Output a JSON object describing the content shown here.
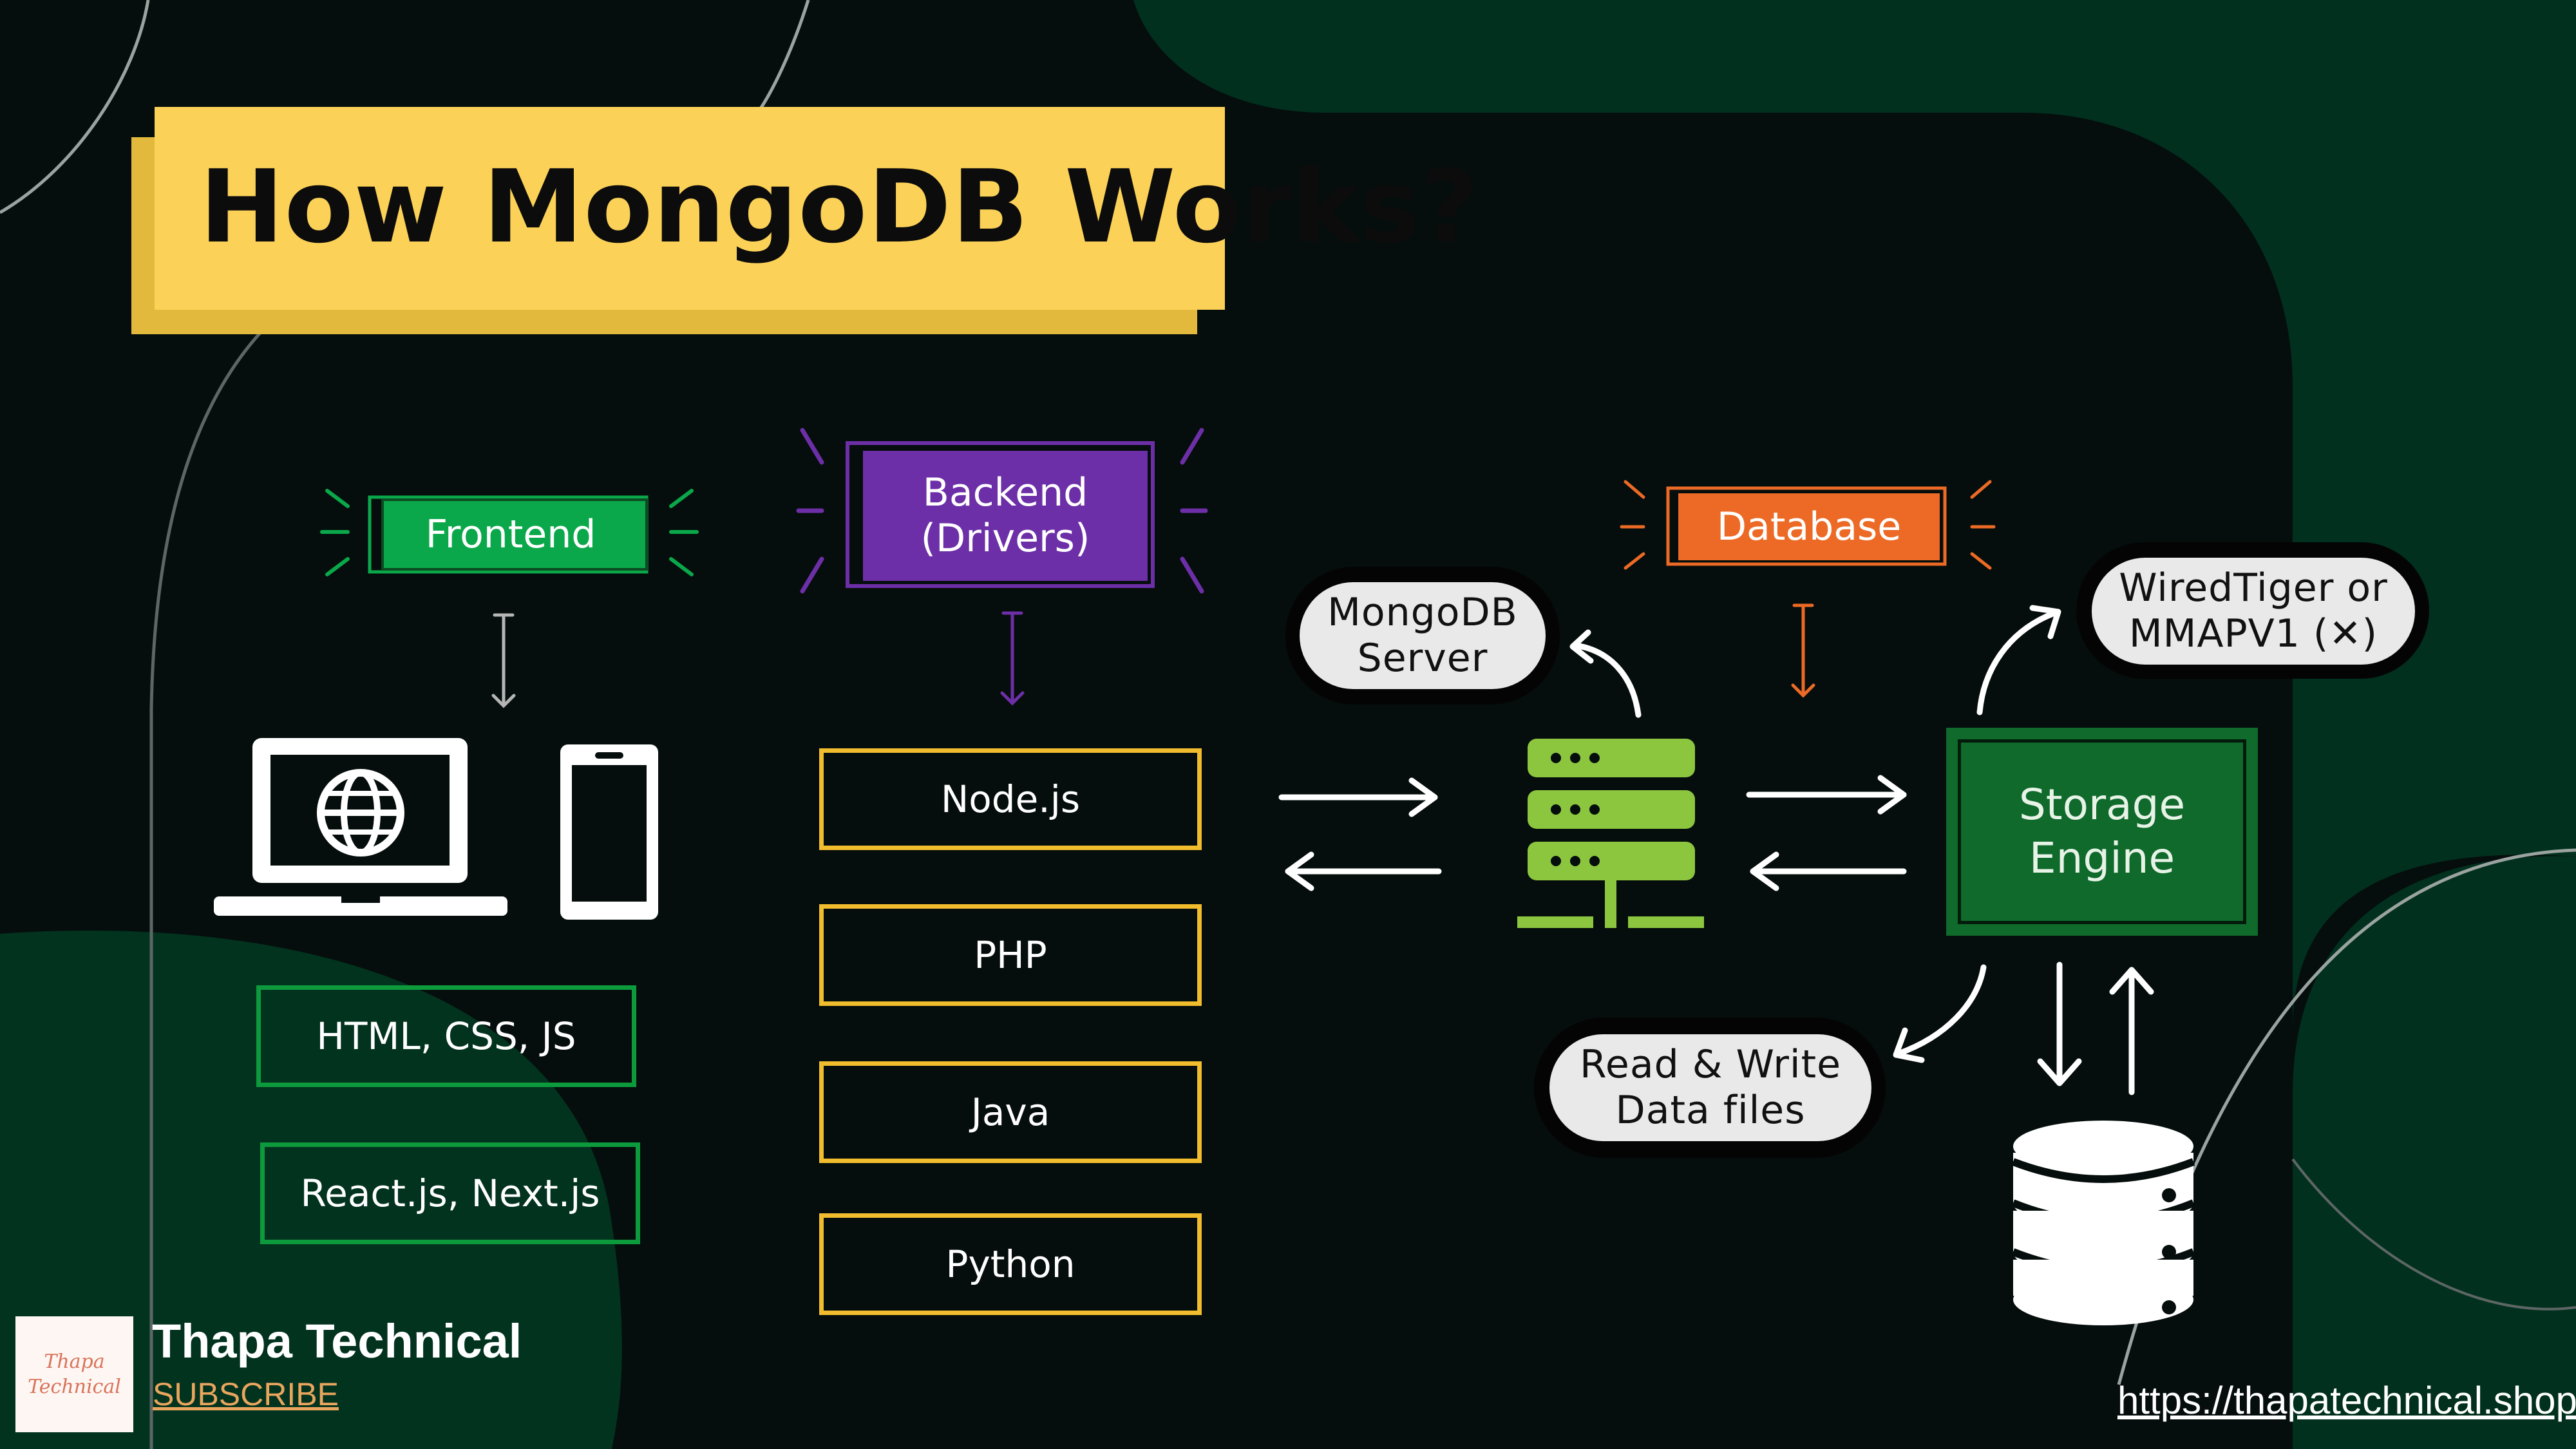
{
  "title": "How MongoDB Works?",
  "categories": {
    "frontend": "Frontend",
    "backend_line1": "Backend",
    "backend_line2": "(Drivers)",
    "database": "Database"
  },
  "frontend_tech": [
    "HTML, CSS, JS",
    "React.js, Next.js"
  ],
  "backend_tech": [
    "Node.js",
    "PHP",
    "Java",
    "Python"
  ],
  "pills": {
    "server_line1": "MongoDB",
    "server_line2": "Server",
    "engine_line1": "WiredTiger or",
    "engine_line2": "MMAPV1 (",
    "engine_line2_mark": "✕",
    "engine_line2_end": ")",
    "files_line1": "Read & Write",
    "files_line2": "Data files"
  },
  "storage_engine": {
    "line1": "Storage",
    "line2": "Engine"
  },
  "brand": {
    "name": "Thapa Technical",
    "subscribe": "SUBSCRIBE",
    "logo_line1": "Thapa",
    "logo_line2": "Technical",
    "url": "https://thapatechnical.shop"
  },
  "colors": {
    "background": "#050e0c",
    "dark_green_shape": "#01301f",
    "title_yellow": "#fbd158",
    "frontend_green": "#0aa84a",
    "backend_purple": "#6d2fa7",
    "database_orange": "#ec6a25",
    "tech_yellow": "#f1bc2d",
    "server_green": "#8cc63f",
    "storage_green": "#0f6a2b"
  },
  "icons": [
    "laptop-globe-icon",
    "smartphone-icon",
    "server-stack-icon",
    "database-cylinder-icon"
  ]
}
